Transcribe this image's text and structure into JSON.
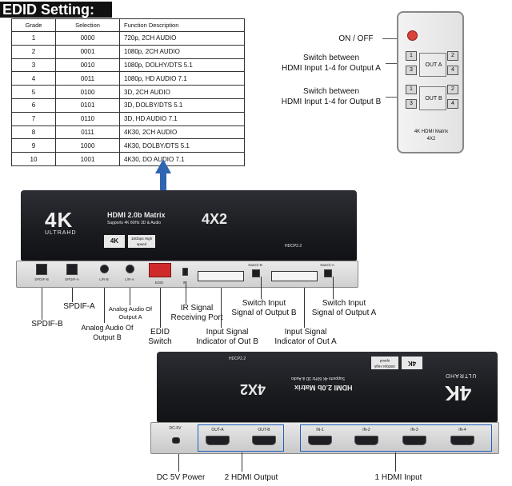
{
  "edid": {
    "title": "EDID Setting:",
    "headers": [
      "Grade",
      "Selection",
      "Function Description"
    ],
    "rows": [
      [
        "1",
        "0000",
        "720p, 2CH AUDIO"
      ],
      [
        "2",
        "0001",
        "1080p, 2CH AUDIO"
      ],
      [
        "3",
        "0010",
        "1080p, DOLHY/DTS 5.1"
      ],
      [
        "4",
        "0011",
        "1080p, HD AUDIO 7.1"
      ],
      [
        "5",
        "0100",
        "3D, 2CH AUDIO"
      ],
      [
        "6",
        "0101",
        "3D, DOLBY/DTS 5.1"
      ],
      [
        "7",
        "0110",
        "3D, HD AUDIO 7.1"
      ],
      [
        "8",
        "0111",
        "4K30, 2CH AUDIO"
      ],
      [
        "9",
        "1000",
        "4K30, DOLBY/DTS 5.1"
      ],
      [
        "10",
        "1001",
        "4K30, DO AUDIO 7.1"
      ]
    ]
  },
  "remote": {
    "on_off": "ON / OFF",
    "switch_a_line1": "Switch between",
    "switch_a_line2": "HDMI Input 1-4 for Output A",
    "switch_b_line1": "Switch between",
    "switch_b_line2": "HDMI Input 1-4 for Output B",
    "out_a": "OUT A",
    "out_b": "OUT B",
    "keys": [
      "1",
      "2",
      "3",
      "4"
    ],
    "name_line1": "4K HDMI Matrix",
    "name_line2": "4X2"
  },
  "device": {
    "logo": "4K",
    "logo_sub": "ULTRAHD",
    "model": "HDMI 2.0b Matrix",
    "size": "4X2",
    "supports": "Supports 4K 60Hz 3D & Audio",
    "hdcp": "HDCP2.2",
    "badge_4k": "4K",
    "badge_speed": "18Gbps High speed",
    "rear_labels": {
      "spdif_b": "SPDIF-B",
      "spdif_a": "SPDIF-A",
      "lrb": "L/R-B",
      "lra": "L/R-A",
      "edid": "EDID",
      "ir": "IR",
      "switch_b": "Switch-B",
      "switch_a": "Switch-A"
    },
    "front_labels": {
      "dc": "DC-5V",
      "out_a": "OUT-A",
      "out_b": "OUT-B",
      "in1": "IN-1",
      "in2": "IN-2",
      "in3": "IN-3",
      "in4": "IN-4"
    }
  },
  "callouts": {
    "spdif_b": "SPDIF-B",
    "spdif_a": "SPDIF-A",
    "analog_a_line1": "Analog Audio Of",
    "analog_a_line2": "Output A",
    "analog_b_line1": "Analog Audio Of",
    "analog_b_line2": "Output B",
    "edid_line1": "EDID",
    "edid_line2": "Switch",
    "ir_line1": "IR Signal",
    "ir_line2": "Receiving Port",
    "sw_b_line1": "Switch Input",
    "sw_b_line2": "Signal of Output B",
    "sw_a_line1": "Switch Input",
    "sw_a_line2": "Signal of Output A",
    "ind_b_line1": "Input Signal",
    "ind_b_line2": "Indicator of Out B",
    "ind_a_line1": "Input Signal",
    "ind_a_line2": "Indicator of Out A",
    "dc_power": "DC 5V Power",
    "hdmi_out": "2 HDMI Output",
    "hdmi_in": "1 HDMI Input"
  },
  "colors": {
    "arrow": "#2e64b0",
    "port_box": "#1f5fbf",
    "power_button": "#d9433b",
    "edid_switch": "#cf2b2b"
  }
}
